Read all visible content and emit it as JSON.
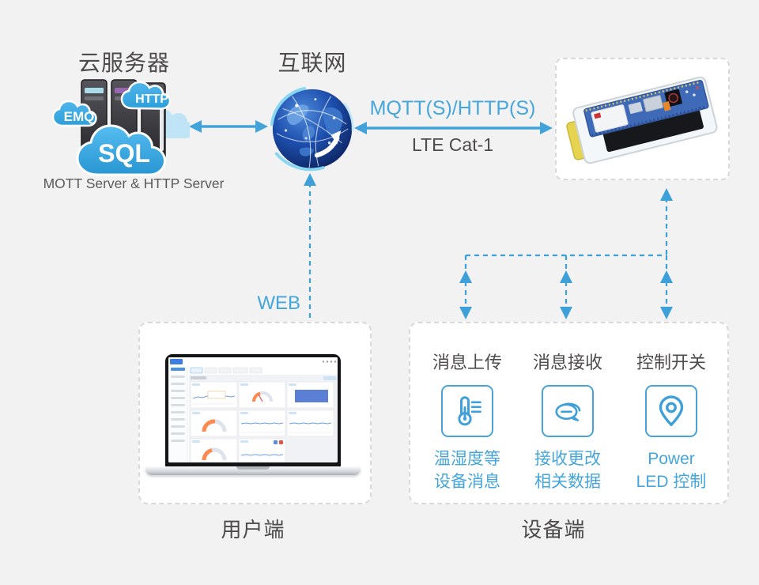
{
  "colors": {
    "accent_blue": "#45a6db",
    "arrow_blue": "#3fa2d9",
    "text_dark": "#4c4a4a",
    "background": "#f2f2f2",
    "dashed_border": "#d9d9d9"
  },
  "cloud_server": {
    "title": "云服务器",
    "clouds": {
      "emq": "EMQ",
      "http": "HTTP",
      "sql": "SQL"
    },
    "caption": "MOTT Server & HTTP Server"
  },
  "internet": {
    "title": "互联网"
  },
  "links": {
    "protocol": "MQTT(S)/HTTP(S)",
    "bearer": "LTE Cat-1",
    "web": "WEB"
  },
  "user_side": {
    "label": "用户端"
  },
  "device_side": {
    "label": "设备端",
    "columns": [
      {
        "header": "消息上传",
        "icon": "thermometer-icon",
        "caption_line1": "温湿度等",
        "caption_line2": "设备消息"
      },
      {
        "header": "消息接收",
        "icon": "chat-bubble-icon",
        "caption_line1": "接收更改",
        "caption_line2": "相关数据"
      },
      {
        "header": "控制开关",
        "icon": "location-pin-icon",
        "caption_line1": "Power",
        "caption_line2": "LED 控制"
      }
    ]
  }
}
